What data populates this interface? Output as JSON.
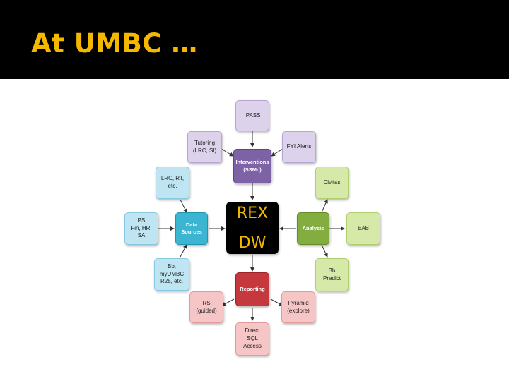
{
  "slide": {
    "title": "At UMBC …"
  },
  "diagram": {
    "center": {
      "top": "REX",
      "bottom": "DW"
    },
    "interventions": {
      "label": "Interventions\n(SSMc)"
    },
    "analysis": {
      "label": "Analysis"
    },
    "data_sources": {
      "label": "Data\nSources"
    },
    "reporting": {
      "label": "Reporting"
    },
    "ipass": {
      "label": "IPASS"
    },
    "tutoring": {
      "label": "Tutoring\n(LRC, SI)"
    },
    "fyi_alerts": {
      "label": "FYI Alerts"
    },
    "civitas": {
      "label": "Civitas"
    },
    "eab": {
      "label": "EAB"
    },
    "bb_predict": {
      "label": "Bb\nPredict"
    },
    "lrc_rt": {
      "label": "LRC, RT,\netc."
    },
    "ps": {
      "label": "PS\nFin, HR,\nSA"
    },
    "bb_myumbc": {
      "label": "Bb,\nmyUMBC\nR25, etc."
    },
    "rs_guided": {
      "label": "RS\n(guided)"
    },
    "pyramid": {
      "label": "Pyramid\n(explore)"
    },
    "direct_sql": {
      "label": "Direct\nSQL\nAccess"
    }
  }
}
